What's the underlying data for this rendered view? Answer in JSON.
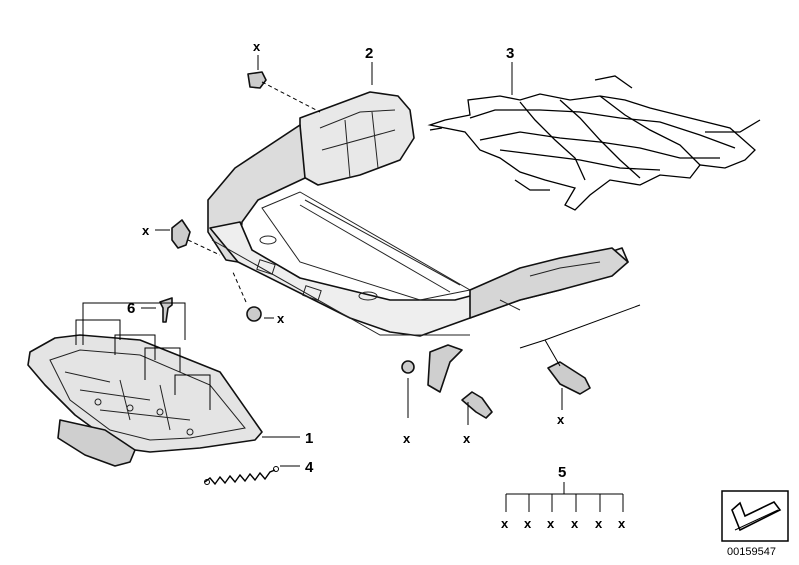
{
  "labels": {
    "p1": "1",
    "p2": "2",
    "p3": "3",
    "p4": "4",
    "p5": "5",
    "p6": "6",
    "x": "x"
  },
  "reference": "00159547",
  "icon": "seat-corner-arrow-icon"
}
